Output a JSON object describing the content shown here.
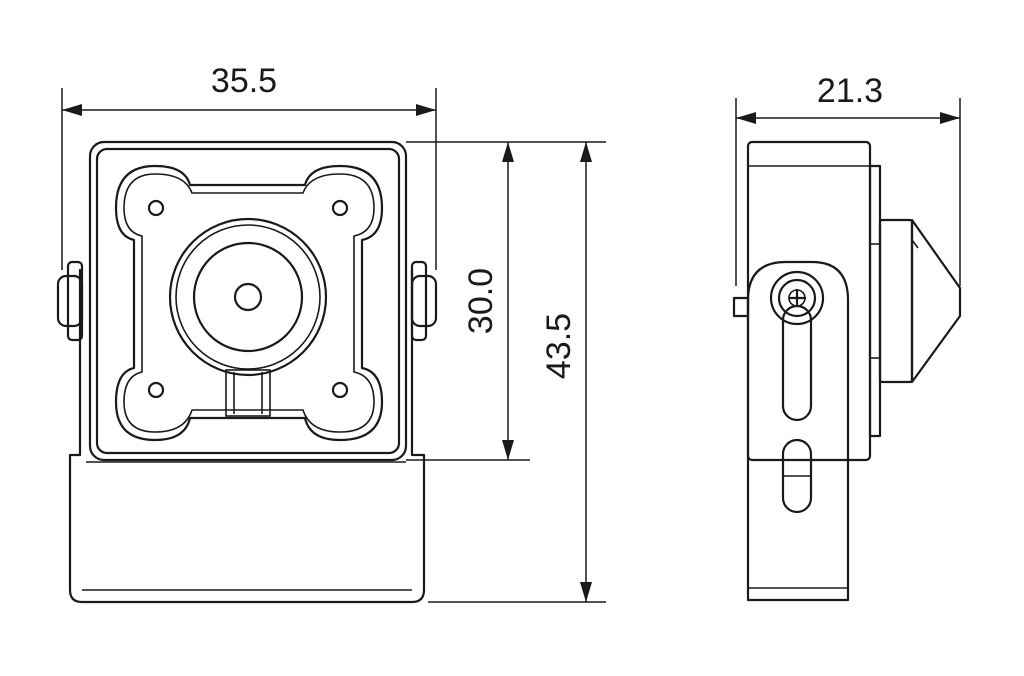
{
  "dimensions": {
    "front_width": "35.5",
    "side_depth": "21.3",
    "module_height": "30.0",
    "total_height": "43.5"
  },
  "colors": {
    "line": "#1a1a1a",
    "background": "#ffffff"
  }
}
